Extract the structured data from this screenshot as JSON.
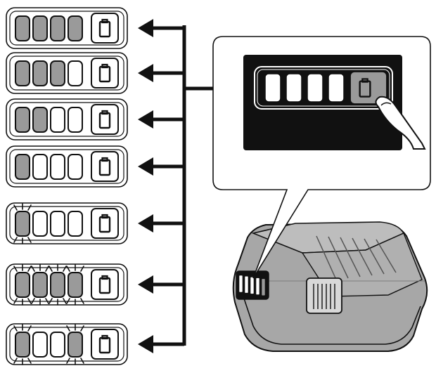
{
  "colors": {
    "background": "#ffffff",
    "outline": "#111111",
    "lit": "#9a9a9a",
    "unlit": "#ffffff",
    "panel": "#111111",
    "battery_body": "#a7a7a7",
    "battery_shadow": "#7e7e7e"
  },
  "icons": [
    "battery-icon",
    "finger-icon",
    "arrow-left-icon",
    "blink-mark-icon",
    "battery-pack-icon"
  ],
  "indicator_rows": [
    {
      "lamps": [
        "on",
        "on",
        "on",
        "on"
      ]
    },
    {
      "lamps": [
        "on",
        "on",
        "on",
        "off"
      ]
    },
    {
      "lamps": [
        "on",
        "on",
        "off",
        "off"
      ]
    },
    {
      "lamps": [
        "on",
        "off",
        "off",
        "off"
      ]
    },
    {
      "lamps": [
        "blink",
        "off",
        "off",
        "off"
      ]
    },
    {
      "lamps": [
        "blink",
        "blink",
        "blink",
        "blink"
      ]
    },
    {
      "lamps": [
        "blink",
        "off",
        "off",
        "blink"
      ]
    }
  ],
  "callout": {
    "lamps": [
      "off",
      "off",
      "off",
      "off"
    ],
    "check_button_pressed": true
  }
}
